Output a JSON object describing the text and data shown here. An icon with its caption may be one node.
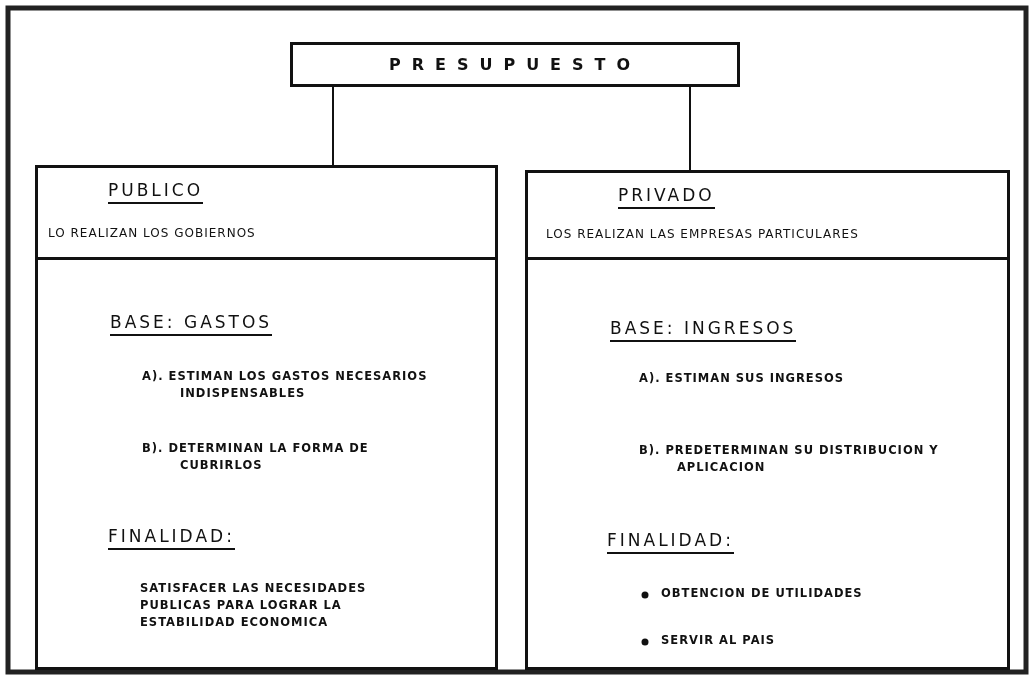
{
  "diagram": {
    "nodes": [
      {
        "text": [
          "PRESUPUESTO"
        ]
      },
      {
        "text": [
          "PUBLICO",
          "LO REALIZAN LOS GOBIERNOS"
        ]
      },
      {
        "text": [
          "BASE: GASTOS",
          "A). ESTIMAN LOS GASTOS NECESARIOS INDISPENSABLES",
          "B). DETERMINAN LA FORMA DE CUBRIRLOS",
          "FINALIDAD:",
          "SATISFACER LAS NECESIDADES PUBLICAS PARA LOGRAR LA ESTABILIDAD ECONOMICA"
        ]
      },
      {
        "text": [
          "PRIVADO",
          "LOS REALIZAN LAS EMPRESAS PARTICULARES"
        ]
      },
      {
        "text": [
          "BASE: INGRESOS",
          "A). ESTIMAN SUS INGRESOS",
          "B). PREDETERMINAN SU DISTRIBUCION Y APLICACION",
          "FINALIDAD:",
          "OBTENCION DE UTILIDADES",
          "SERVIR AL PAIS"
        ]
      }
    ],
    "edges": [
      {
        "from": 0,
        "to": 1,
        "arrow": "none"
      },
      {
        "from": 0,
        "to": 3,
        "arrow": "none"
      }
    ]
  }
}
